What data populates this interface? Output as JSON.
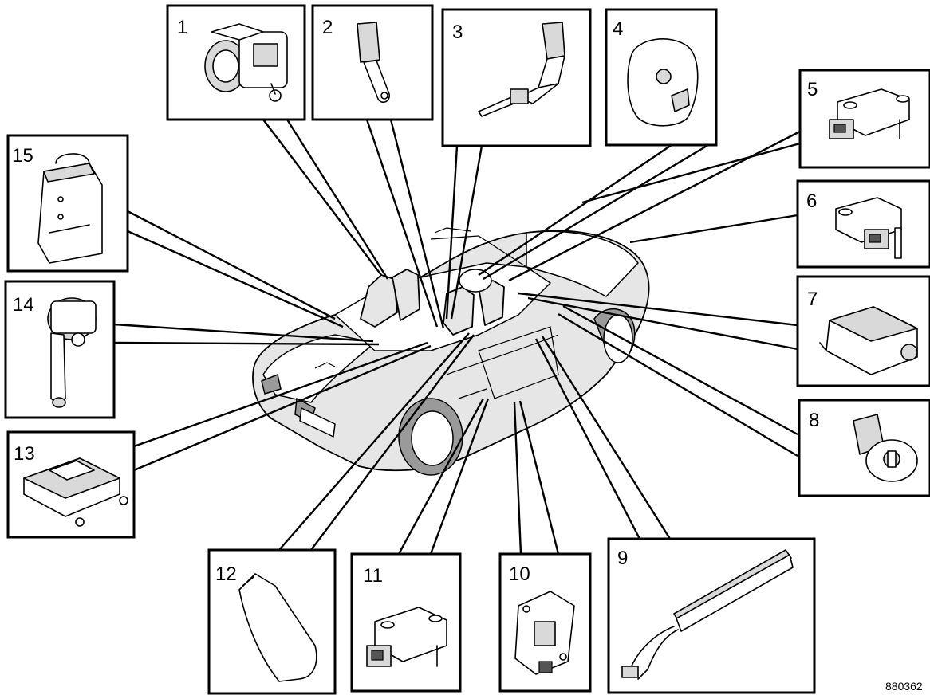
{
  "components": [
    {
      "number": "1",
      "icon": "seatbelt-retractor-pretensioner-icon"
    },
    {
      "number": "2",
      "icon": "seatbelt-buckle-icon"
    },
    {
      "number": "3",
      "icon": "seatbelt-buckle-pretensioner-icon"
    },
    {
      "number": "4",
      "icon": "driver-airbag-icon"
    },
    {
      "number": "5",
      "icon": "crash-sensor-icon"
    },
    {
      "number": "6",
      "icon": "crash-sensor-icon"
    },
    {
      "number": "7",
      "icon": "passenger-airbag-icon"
    },
    {
      "number": "8",
      "icon": "airbag-key-switch-icon"
    },
    {
      "number": "9",
      "icon": "door-side-airbag-icon"
    },
    {
      "number": "10",
      "icon": "side-impact-sensor-icon"
    },
    {
      "number": "11",
      "icon": "side-impact-sensor-icon"
    },
    {
      "number": "12",
      "icon": "seat-side-airbag-icon"
    },
    {
      "number": "13",
      "icon": "srs-control-module-icon"
    },
    {
      "number": "14",
      "icon": "rollover-protection-actuator-icon"
    },
    {
      "number": "15",
      "icon": "rollover-control-module-icon"
    }
  ],
  "reference_code": "880362"
}
